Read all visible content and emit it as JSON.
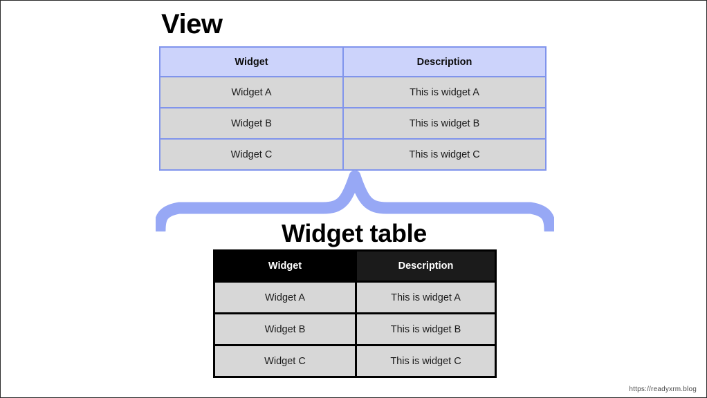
{
  "slide": {
    "background_color": "#ffffff",
    "border_color": "#2b2b2b"
  },
  "view_section": {
    "title": "View",
    "table": {
      "header_fill": "#ccd3fb",
      "border_color": "#8094ec",
      "row_fill": "#d7d7d7",
      "columns": [
        "Widget",
        "Description"
      ],
      "rows": [
        [
          "Widget A",
          "This is widget A"
        ],
        [
          "Widget B",
          "This is widget B"
        ],
        [
          "Widget C",
          "This is widget C"
        ]
      ]
    }
  },
  "brace": {
    "name": "curly-brace-up",
    "color": "#97a8f5"
  },
  "widget_table_section": {
    "title": "Widget table",
    "table": {
      "header_fill": "#000000",
      "header_fill_secondary": "#1b1b1b",
      "header_text_color": "#ffffff",
      "border_color": "#000000",
      "row_fill": "#d7d7d7",
      "columns": [
        "Widget",
        "Description"
      ],
      "rows": [
        [
          "Widget A",
          "This is widget A"
        ],
        [
          "Widget B",
          "This is widget B"
        ],
        [
          "Widget C",
          "This is widget C"
        ]
      ]
    }
  },
  "watermark": {
    "text": "https://readyxrm.blog"
  }
}
